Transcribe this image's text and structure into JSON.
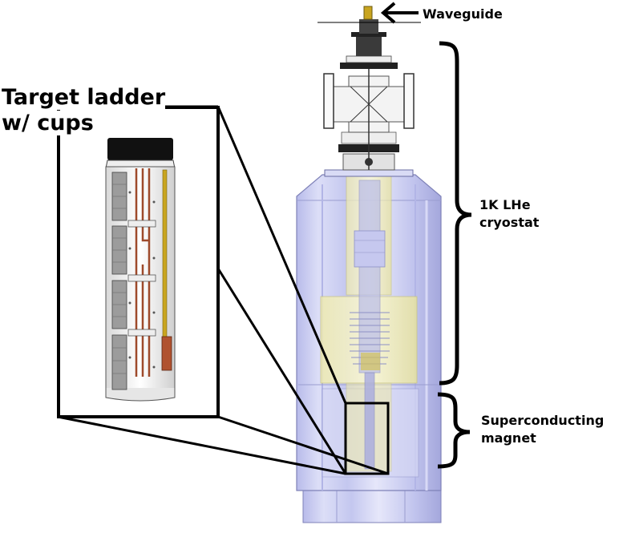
{
  "labels": {
    "waveguide": "Waveguide",
    "target_ladder_line1": "Target ladder",
    "target_ladder_line2": "w/ cups",
    "cryostat_line1": "1K LHe",
    "cryostat_line2": "cryostat",
    "magnet_line1": "Superconducting",
    "magnet_line2": "magnet"
  },
  "colors": {
    "shell": "#c9cbf0",
    "shell_light": "#e3e4f8",
    "shell_dark": "#a9acdf",
    "inner_yellow": "#f4f2b8",
    "copper": "#9e4a2b",
    "gold": "#c9a520",
    "dark": "#1a1a1a",
    "grey": "#8a8a8a"
  }
}
